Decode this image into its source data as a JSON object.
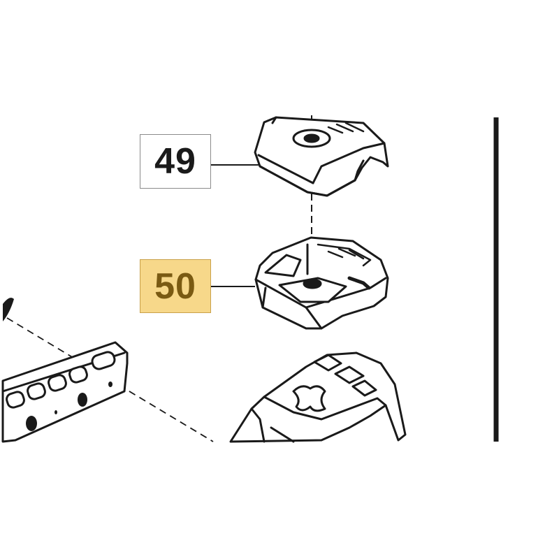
{
  "diagram": {
    "callouts": [
      {
        "id": "49",
        "label": "49",
        "highlighted": false
      },
      {
        "id": "50",
        "label": "50",
        "highlighted": true
      }
    ],
    "colors": {
      "line": "#1a1a1a",
      "highlight_fill": "#f7d88a",
      "highlight_border": "#c9a04a",
      "highlight_text": "#7a5a12",
      "label_text": "#1a1a1a"
    }
  }
}
